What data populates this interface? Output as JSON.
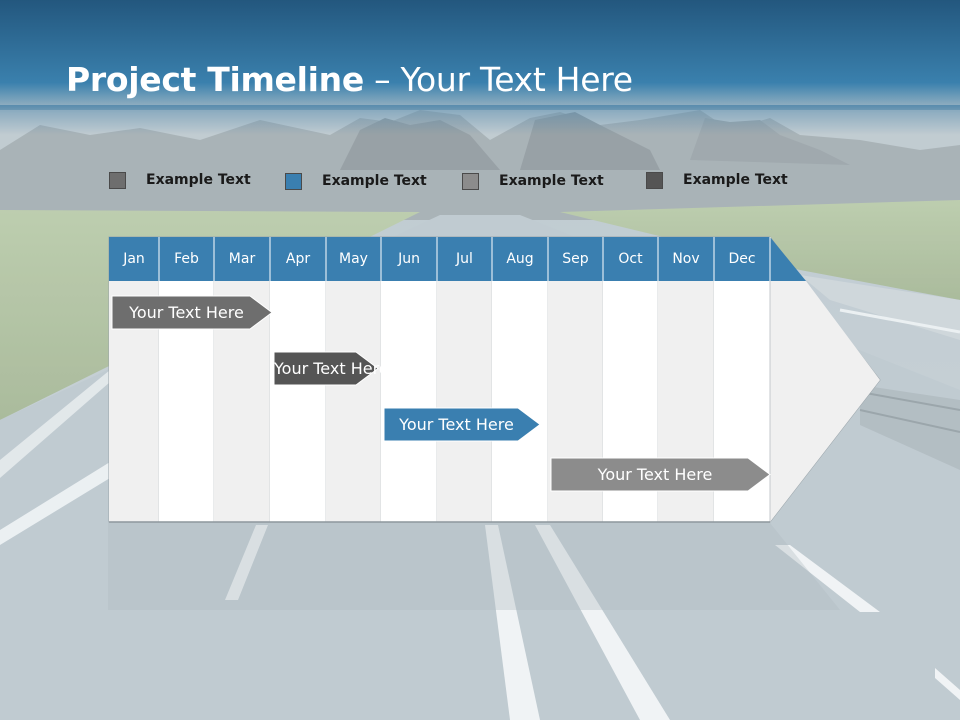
{
  "title": {
    "bold": "Project Timeline",
    "rest": " – Your Text Here"
  },
  "legend": [
    {
      "label": "Example Text",
      "color": "#6e6e6e"
    },
    {
      "label": "Example Text",
      "color": "#3a7fb0"
    },
    {
      "label": "Example Text",
      "color": "#8c8c8c"
    },
    {
      "label": "Example Text",
      "color": "#555555"
    }
  ],
  "months": [
    "Jan",
    "Feb",
    "Mar",
    "Apr",
    "May",
    "Jun",
    "Jul",
    "Aug",
    "Sep",
    "Oct",
    "Nov",
    "Dec"
  ],
  "tasks": [
    {
      "label": "Your  Text Here",
      "color": "#6e6e6e",
      "start": "Jan",
      "end": "Mar"
    },
    {
      "label": "Your  Text Here",
      "color": "#555555",
      "start": "Apr",
      "end": "May"
    },
    {
      "label": "Your  Text Here",
      "color": "#3a7fb0",
      "start": "Jun",
      "end": "Aug"
    },
    {
      "label": "Your  Text Here",
      "color": "#8c8c8c",
      "start": "Sep",
      "end": "Nov"
    }
  ],
  "colors": {
    "header": "#3a7fb0",
    "title_band": "#2c6e9a"
  }
}
